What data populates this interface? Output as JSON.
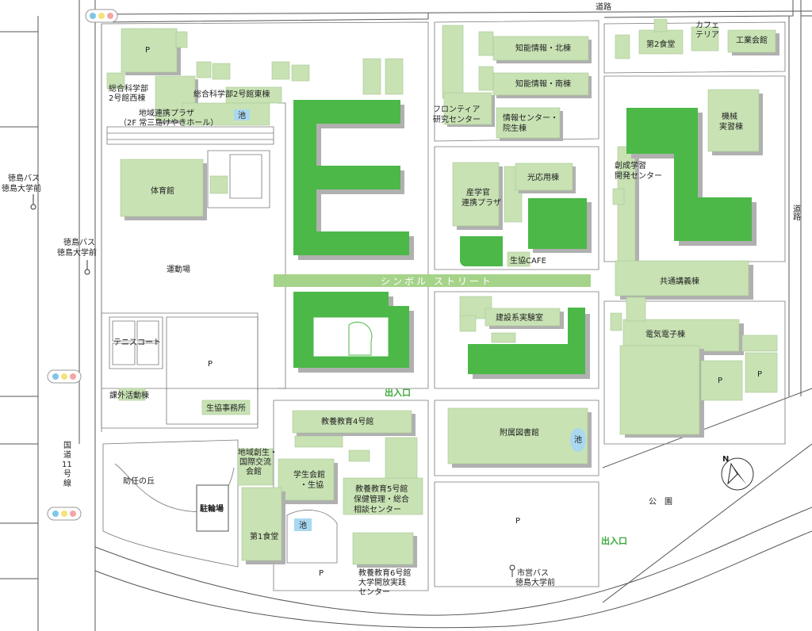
{
  "map": {
    "labels": {
      "road_top": "道路",
      "road_right": "道路",
      "cafeteria": "カフェ\nテリア",
      "kogyo_kaikan": "工業会館",
      "dai2_shokudo": "第2食堂",
      "chino_north": "知能情報・北棟",
      "chino_south": "知能情報・南棟",
      "frontier": "フロンティア\n研究センター",
      "johocenter": "情報センター・\n院生棟",
      "kikai": "機械\n実習棟",
      "sogo_west": "総合科学部\n2号館西棟",
      "sogo_east": "総合科学部2号館東棟",
      "chiiki_plaza": "地域連携プラザ\n（2F 常三島けやきホール）",
      "pond": "池",
      "taiikukan": "体育館",
      "sangakukan": "産学官\n連携プラザ",
      "koouyo": "光応用棟",
      "seikyo_cafe": "生協CAFE",
      "sosei": "創成学習\n開発センター",
      "kyotsu": "共通講義棟",
      "symbol_street": "シンボル ストリート",
      "undojo": "運動場",
      "tennis": "テニスコート",
      "kensetsu": "建設系実験室",
      "denki": "電気電子棟",
      "kagai": "課外活動棟",
      "seikyo_jimusho": "生協事務所",
      "entrance1": "出入口",
      "entrance2": "出入口",
      "fuzoku_tosho": "附属図書館",
      "kyoyo4": "教養教育4号館",
      "chiiki_sosei": "地域創生・\n国際交流\n会館",
      "gakusei": "学生会館\n・生協",
      "kyoyo5": "教養教育5号館\n保健管理・総合\n相談センター",
      "dai1_shokudo": "第1食堂",
      "kyoyo6": "教養教育6号館\n大学開放実践\nセンター",
      "chuurinjo": "駐輪場",
      "sukeno_oka": "助任の丘",
      "koen": "公　園",
      "bus_tokushima1": "徳島バス\n徳島大学前",
      "bus_tokushima2": "徳島バス\n徳島大学前",
      "bus_shiei": "市営バス\n徳島大学前",
      "kokudo": "国\n道\n11\n号\n線",
      "parking": "P",
      "north": "N"
    }
  }
}
